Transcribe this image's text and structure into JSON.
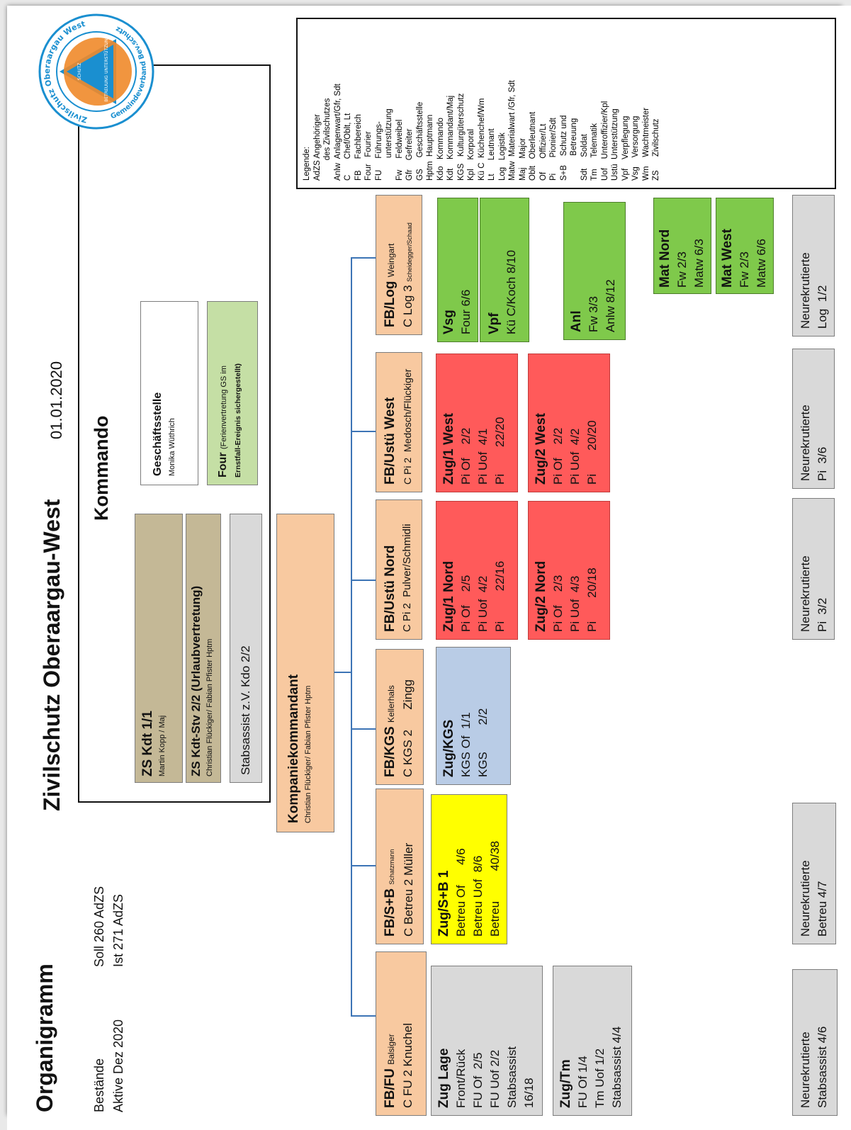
{
  "title": "Organigramm",
  "subtitle": "Zivilschutz Oberaargau-West",
  "date": "01.01.2020",
  "bestaende": {
    "label": "Bestände",
    "aktive_label": "Aktive Dez 2020",
    "soll": "Soll  260 AdZS",
    "ist": "Ist  271 AdZS"
  },
  "logo": {
    "ring_text_top": "Zivilschutz Oberaargau West",
    "ring_text_bottom": "Gemeindeverband Bev.schutz",
    "segments": [
      "SCHUTZ",
      "BETREUUNG",
      "UNTERSTÜTZUNG"
    ]
  },
  "kommando": {
    "title": "Kommando",
    "kdt": {
      "title": "ZS Kdt 1/1",
      "name": "Martin Kopp / Maj"
    },
    "stv": {
      "title": "ZS Kdt-Stv 2/2 (Urlaubvertretung)",
      "name": "Christian Flückiger/ Fabian Pfister Hptm"
    },
    "stab": {
      "title": "Stabsassist z.V. Kdo 2/2"
    },
    "gs": {
      "title": "Geschäftsstelle",
      "name": "Monika Wüthrich"
    },
    "four": {
      "title": "Four",
      "title_suffix": "(Ferienvertretung GS im",
      "line2": "Ernstfall-Ereignis sichergestellt)"
    }
  },
  "kompanie": {
    "title": "Kompaniekommandant",
    "name": "Christian Flückiger/ Fabian Pfister Hptm"
  },
  "fb": {
    "fu": {
      "title": "FB/FU",
      "small": "Balsiger",
      "line2": "C FU 2 Knuchel"
    },
    "sb": {
      "title": "FB/S+B",
      "small": "Schatzmann",
      "line2": "C Betreu 2 Müller"
    },
    "kgs": {
      "title": "FB/KGS",
      "small": "Kellerhals",
      "line2": "C KGS 2      Zingg"
    },
    "nord": {
      "title": "FB/Ustü Nord",
      "line2": "C Pi 2  Pulver/Schmidli"
    },
    "west": {
      "title": "FB/Ustü West",
      "line2": "C Pi 2  Medosch/Flückiger"
    },
    "log": {
      "title": "FB/Log",
      "small_name": "Weingart",
      "line2": "C Log 3",
      "line2_small": "Scheidegger/Schaad"
    }
  },
  "units": {
    "fu_lage": {
      "title": "Zug Lage",
      "lines": [
        "Front/Rück",
        "FU Of  2/5",
        "FU Uof 2/2",
        "Stabsassist",
        "16/18"
      ]
    },
    "fu_tm": {
      "title": "Zug/Tm",
      "lines": [
        "FU Of 1/4",
        "Tm Uof 1/2",
        "Stabsassist 4/4"
      ]
    },
    "sb1": {
      "title": "Zug/S+B 1",
      "lines": [
        "Betreu Of      4/6",
        "Betreu Uof  8/6",
        "Betreu         40/38"
      ]
    },
    "kgs": {
      "title": "Zug/KGS",
      "lines": [
        "KGS Of  1/1",
        "KGS        2/2"
      ]
    },
    "nord1": {
      "title": "Zug/1 Nord",
      "lines": [
        "Pi Of    2/5",
        "Pi Uof  4/2",
        "Pi         22/16"
      ]
    },
    "nord2": {
      "title": "Zug/2 Nord",
      "lines": [
        "Pi Of    2/3",
        "Pi Uof  4/3",
        "Pi       20/18"
      ]
    },
    "west1": {
      "title": "Zug/1 West",
      "lines": [
        "Pi Of    2/2",
        "Pi Uof  4/1",
        "Pi        22/20"
      ]
    },
    "west2": {
      "title": "Zug/2 West",
      "lines": [
        "Pi Of    2/2",
        "Pi Uof  4/2",
        "Pi       20/20"
      ]
    },
    "vsg": {
      "title": "Vsg",
      "lines": [
        "Four 6/6"
      ]
    },
    "vpf": {
      "title": "Vpf",
      "lines": [
        "Kü C/Koch 8/10"
      ]
    },
    "anl": {
      "title": "Anl",
      "lines": [
        "Fw 3/3",
        "Anlw 8/12"
      ]
    },
    "matnord": {
      "title": "Mat Nord",
      "lines": [
        "Fw 2/3",
        "Matw 6/3"
      ]
    },
    "matwest": {
      "title": "Mat West",
      "lines": [
        "Fw 2/3",
        "Matw 6/6"
      ]
    }
  },
  "neurekrutierte": {
    "stab": {
      "title": "Neurekrutierte",
      "value": "Stabsassist 4/6"
    },
    "betreu": {
      "title": "Neurekrutierte",
      "value": "Betreu 4/7"
    },
    "pi_nord": {
      "title": "Neurekrutierte",
      "value": "Pi  3/2"
    },
    "pi_west": {
      "title": "Neurekrutierte",
      "value": "Pi  3/6"
    },
    "log": {
      "title": "Neurekrutierte",
      "value": "Log  1/2"
    }
  },
  "legend": {
    "title": "Legende:",
    "lines": [
      "AdZS Angehöriger",
      "         des Zivilschutzes",
      "Anlw  Anlagenwart/Gfr, Sdt",
      "C       Chef/Oblt, Lt",
      "FB     Fachbereich",
      "Four   Fourier",
      "FU     Führungs-",
      "          unterstützung",
      "Fw     Feldweibel",
      "Gfr    Gefreiter",
      "GS     Geschäftsstelle",
      "Hptm  Hauptmann",
      "Kdo   Kommando",
      "Kdt    Kommandant/Maj",
      "KGS   Kulturgüterschutz",
      "Kpl    Korporal",
      "Kü C  Küchenchef/Wm",
      "Lt      Leutnant",
      "Log   Logistik",
      "Matw  Materialwart /Gfr, Sdt",
      "Maj    Major",
      "Oblt   Oberleutnant",
      "Of      Offizier/Lt",
      "Pi       Pionier/Sdt",
      "S+B    Schutz und",
      "           Betreuung",
      "Sdt     Soldat",
      "Tm     Telematik",
      "Uof    Unteroffizier/Kpl",
      "Ustü  Unterstützung",
      "Vpf    Verpflegung",
      "Vsg    Versorgung",
      "Wm    Wachtmeister",
      "ZS      Zivilschutz"
    ]
  },
  "colors": {
    "fachbereich": "#f8c9a0",
    "kommando_boxes": "#c4b896",
    "neutral": "#d9d9d9",
    "four": "#c5dfa5",
    "logistik": "#7fc94b",
    "unterstuetzung": "#ff5a5a",
    "kgs": "#b9cce6",
    "schutz_betreuung": "#ffff00",
    "connector": "#3c74b5"
  }
}
